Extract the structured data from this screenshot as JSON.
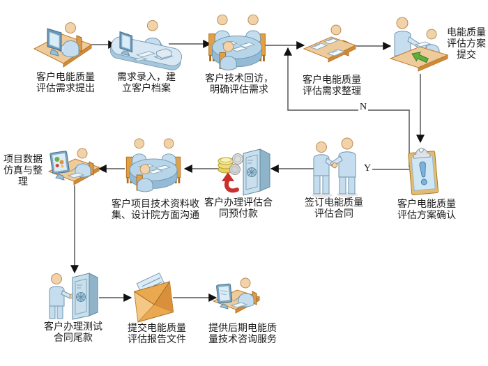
{
  "diagram": {
    "decision": {
      "yes": "Y",
      "no": "N"
    },
    "nodes": [
      {
        "id": "request",
        "label": "客户电能质量\n评估需求提出",
        "icon": "person-at-computer"
      },
      {
        "id": "entry",
        "label": "需求录入，建\n立客户档案",
        "icon": "reception-desk"
      },
      {
        "id": "visit",
        "label": "客户技术回访，\n明确评估需求",
        "icon": "meeting-table"
      },
      {
        "id": "organize",
        "label": "客户电能质量\n评估需求整理",
        "icon": "document-desk"
      },
      {
        "id": "submit-plan",
        "label": "电能质量\n评估方案\n提交",
        "icon": "plan-handover-desk"
      },
      {
        "id": "confirm-plan",
        "label": "客户电能质量\n评估方案确认",
        "icon": "clipboard-alert"
      },
      {
        "id": "sign-contract",
        "label": "签订电能质量\n评估合同",
        "icon": "handshake"
      },
      {
        "id": "prepayment",
        "label": "客户办理评估合\n同预付款",
        "icon": "safe-coins"
      },
      {
        "id": "collect-data",
        "label": "客户项目技术资料收\n集、设计院方面沟通",
        "icon": "meeting-table"
      },
      {
        "id": "simulation",
        "label": "项目数据\n仿真与整\n理",
        "icon": "computer-chart"
      },
      {
        "id": "final-payment",
        "label": "客户办理测试\n合同尾款",
        "icon": "person-at-safe"
      },
      {
        "id": "report",
        "label": "提交电能质量\n评估报告文件",
        "icon": "envelope"
      },
      {
        "id": "consulting",
        "label": "提供后期电能质\n量技术咨询服务",
        "icon": "person-at-laptop"
      }
    ],
    "edges": [
      {
        "from": "request",
        "to": "entry"
      },
      {
        "from": "entry",
        "to": "visit"
      },
      {
        "from": "visit",
        "to": "organize"
      },
      {
        "from": "organize",
        "to": "submit-plan"
      },
      {
        "from": "submit-plan",
        "to": "confirm-plan"
      },
      {
        "from": "confirm-plan",
        "to": "visit",
        "label": "N"
      },
      {
        "from": "confirm-plan",
        "to": "sign-contract",
        "label": "Y"
      },
      {
        "from": "sign-contract",
        "to": "prepayment"
      },
      {
        "from": "prepayment",
        "to": "collect-data"
      },
      {
        "from": "collect-data",
        "to": "simulation"
      },
      {
        "from": "simulation",
        "to": "final-payment"
      },
      {
        "from": "final-payment",
        "to": "report"
      },
      {
        "from": "report",
        "to": "consulting"
      }
    ],
    "colors": {
      "desk_tan": "#eecb9b",
      "desk_edge": "#bf7a2b",
      "body_blue": "#c5ddee",
      "outline_blue": "#6f96ad",
      "table_blue": "#b7d5e9",
      "chair_orange": "#e2a043",
      "screen_light": "#d9ecf7",
      "coin_gold": "#eedd76",
      "red_arrow": "#c9302c",
      "green_arrow": "#5fae3e",
      "connector": "#555555",
      "text": "#1a1a1a"
    }
  }
}
